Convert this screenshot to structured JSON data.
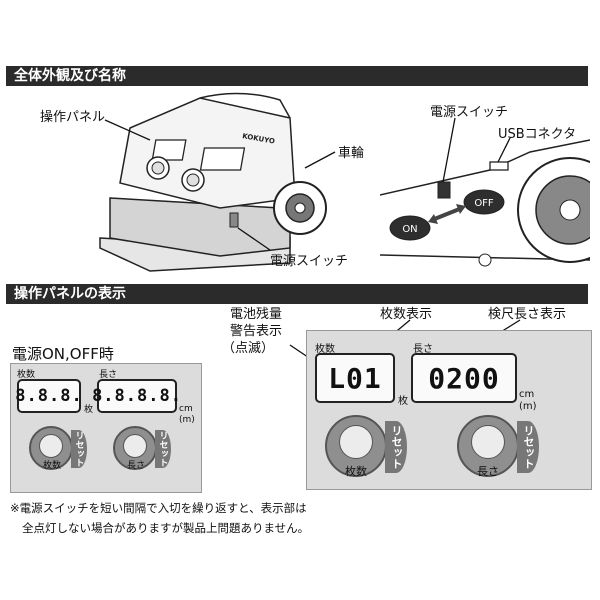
{
  "sections": {
    "overview_title": "全体外観及び名称",
    "panel_title": "操作パネルの表示"
  },
  "device_labels": {
    "operation_panel": "操作パネル",
    "wheel": "車輪",
    "power_switch_bottom": "電源スイッチ",
    "power_switch_top": "電源スイッチ",
    "usb_connector": "USBコネクタ",
    "on": "ON",
    "off": "OFF",
    "device_brand": "KOKUYO"
  },
  "left_panel": {
    "heading": "電源ON,OFF時",
    "count_label": "枚数",
    "length_label": "長さ",
    "count_display": "8.8.8.",
    "length_display": "8.8.8.8.",
    "count_unit": "枚",
    "length_unit_cm": "cm",
    "length_unit_m": "(m)",
    "btn_count": "枚数",
    "btn_length": "長さ",
    "reset": "リセット"
  },
  "right_panel": {
    "battery_label_1": "電池残量",
    "battery_label_2": "警告表示",
    "battery_label_3": "（点滅）",
    "count_display_label": "枚数表示",
    "length_display_label": "検尺長さ表示",
    "count_label": "枚数",
    "length_label": "長さ",
    "count_display": "L01",
    "length_display": "0200",
    "count_unit": "枚",
    "length_unit_cm": "cm",
    "length_unit_m": "(m)",
    "btn_count": "枚数",
    "btn_length": "長さ",
    "reset": "リセット"
  },
  "note": {
    "line1": "※電源スイッチを短い間隔で入切を繰り返すと、表示部は",
    "line2": "全点灯しない場合がありますが製品上問題ありません。"
  }
}
